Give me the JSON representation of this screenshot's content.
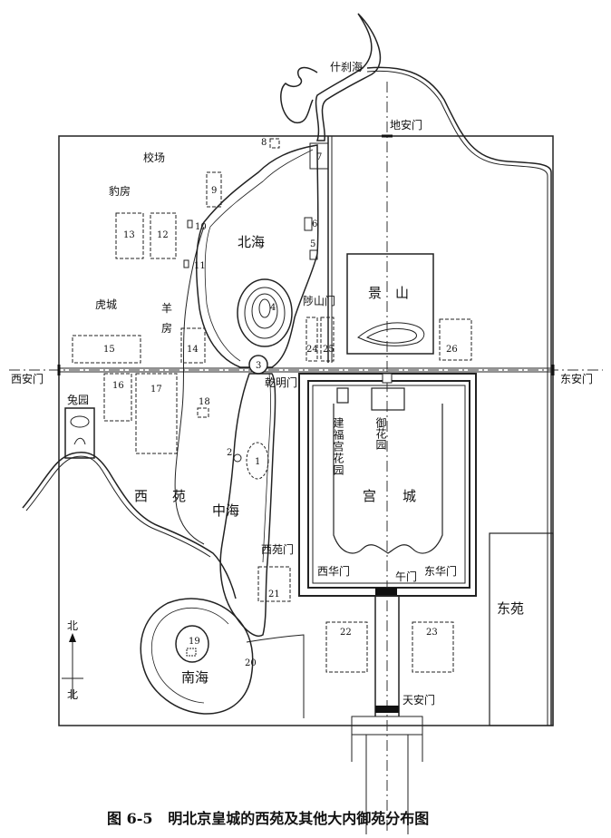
{
  "caption": "图 6-5   明北京皇城的西苑及其他大内御苑分布图",
  "north_label": "北",
  "water": {
    "shichahai": "什刹海",
    "beihai": "北海",
    "zhonghai": "中海",
    "nanhai": "南海"
  },
  "gates": {
    "dianmen": "地安门",
    "xianmen": "西安门",
    "dongmen": "东安门",
    "tianmen": "天安门",
    "wumen": "午门",
    "xihuamen": "西华门",
    "donghuamen": "东华门",
    "qianmingmen": "乾明门",
    "xiyuanmen": "西苑门",
    "shanmen": "陟山门"
  },
  "areas": {
    "jiaochang": "校场",
    "baofang": "豹房",
    "hucheng": "虎城",
    "yangfang_1": "羊",
    "yangfang_2": "房",
    "tuyuan": "兔园",
    "xiyuan_1": "西",
    "xiyuan_2": "苑",
    "jingshan_1": "景",
    "jingshan_2": "山",
    "gongcheng_1": "宫",
    "gongcheng_2": "城",
    "dongyuan": "东苑",
    "jianfu": "建福宫花园",
    "yuhuayuan": "御花园"
  },
  "numbers": [
    "1",
    "2",
    "3",
    "4",
    "5",
    "6",
    "7",
    "8",
    "9",
    "10",
    "11",
    "12",
    "13",
    "14",
    "15",
    "16",
    "17",
    "18",
    "19",
    "20",
    "21",
    "22",
    "23",
    "24",
    "25",
    "26"
  ]
}
